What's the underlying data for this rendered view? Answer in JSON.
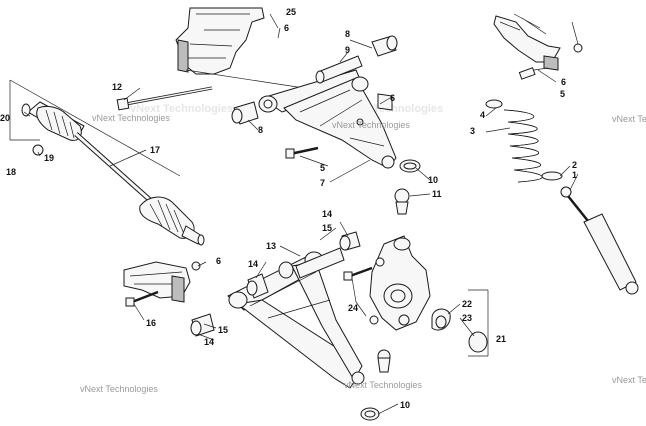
{
  "callouts": [
    {
      "id": "c1",
      "text": "1"
    },
    {
      "id": "c2",
      "text": "2"
    },
    {
      "id": "c3",
      "text": "3"
    },
    {
      "id": "c4",
      "text": "4"
    },
    {
      "id": "c5a",
      "text": "5"
    },
    {
      "id": "c5b",
      "text": "5"
    },
    {
      "id": "c6a",
      "text": "6"
    },
    {
      "id": "c6b",
      "text": "6"
    },
    {
      "id": "c6c",
      "text": "6"
    },
    {
      "id": "c6d",
      "text": "6"
    },
    {
      "id": "c7",
      "text": "7"
    },
    {
      "id": "c8a",
      "text": "8"
    },
    {
      "id": "c8b",
      "text": "8"
    },
    {
      "id": "c9",
      "text": "9"
    },
    {
      "id": "c10a",
      "text": "10"
    },
    {
      "id": "c10b",
      "text": "10"
    },
    {
      "id": "c11",
      "text": "11"
    },
    {
      "id": "c12",
      "text": "12"
    },
    {
      "id": "c13",
      "text": "13"
    },
    {
      "id": "c14a",
      "text": "14"
    },
    {
      "id": "c14b",
      "text": "14"
    },
    {
      "id": "c14c",
      "text": "14"
    },
    {
      "id": "c15a",
      "text": "15"
    },
    {
      "id": "c15b",
      "text": "15"
    },
    {
      "id": "c16",
      "text": "16"
    },
    {
      "id": "c17",
      "text": "17"
    },
    {
      "id": "c18",
      "text": "18"
    },
    {
      "id": "c19",
      "text": "19"
    },
    {
      "id": "c20",
      "text": "20"
    },
    {
      "id": "c21",
      "text": "21"
    },
    {
      "id": "c22",
      "text": "22"
    },
    {
      "id": "c23",
      "text": "23"
    },
    {
      "id": "c24",
      "text": "24"
    },
    {
      "id": "c25",
      "text": "25"
    }
  ],
  "watermarks": [
    {
      "id": "w1",
      "text": "vNext Technologies"
    },
    {
      "id": "w2",
      "text": "vNext Technologies"
    },
    {
      "id": "w3",
      "text": "vNext Technologies"
    },
    {
      "id": "w4",
      "text": "vNext Technologies"
    },
    {
      "id": "w5",
      "text": "vNext Technologies"
    },
    {
      "id": "w6",
      "text": "vNext Technologies"
    }
  ]
}
